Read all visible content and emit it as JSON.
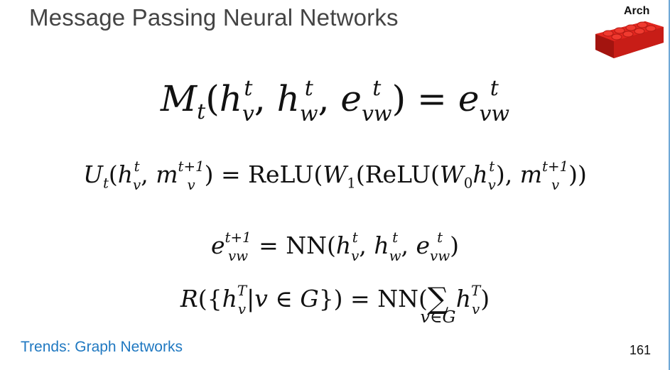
{
  "slide": {
    "title": "Message Passing Neural Networks",
    "badge_label": "Arch",
    "footer": "Trends: Graph Networks",
    "page_number": "161"
  },
  "equations": {
    "eq1": {
      "M": "M",
      "t": "t",
      "open": "(",
      "h": "h",
      "v": "v",
      "w": "w",
      "e": "e",
      "vw": "vw",
      "comma": ",",
      "close": ")",
      "equals": "="
    },
    "eq2": {
      "U": "U",
      "t": "t",
      "h": "h",
      "v": "v",
      "m": "m",
      "t1": "t+1",
      "relu": "ReLU",
      "W1": "W",
      "one": "1",
      "W0": "W",
      "zero": "0"
    },
    "eq3": {
      "e": "e",
      "t1": "t+1",
      "vw": "vw",
      "NN": "NN",
      "h": "h",
      "t": "t",
      "v": "v",
      "w": "w"
    },
    "eq4": {
      "R": "R",
      "h": "h",
      "T": "T",
      "v": "v",
      "bar": "|",
      "in": "∈",
      "G": "G",
      "NN": "NN",
      "sum": "∑",
      "under": "v∈G"
    }
  },
  "icons": {
    "badge": "lego-brick-icon"
  },
  "colors": {
    "footer": "#1f78c1",
    "lego": "#d8231e",
    "title": "#444444"
  }
}
